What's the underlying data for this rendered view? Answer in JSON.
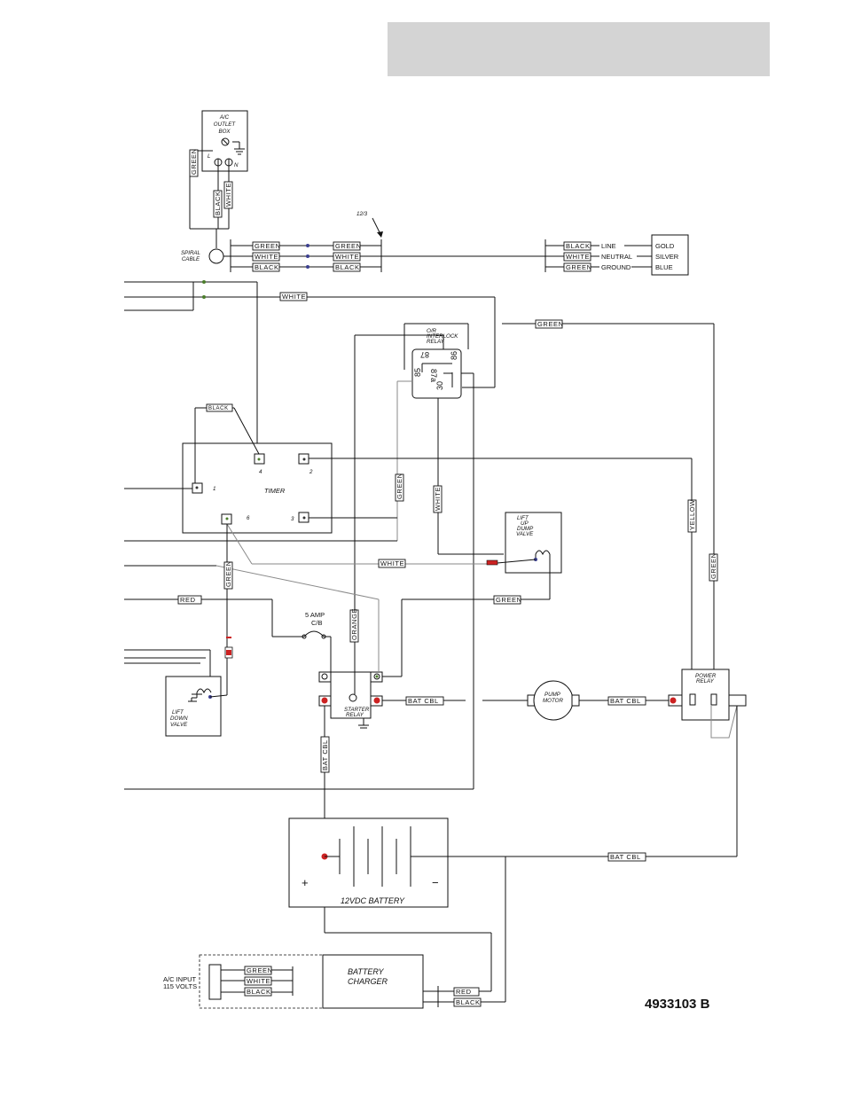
{
  "drawing_number": "4933103 B",
  "components": {
    "ac_outlet_box": "A/C OUTLET BOX",
    "spiral_cable": "SPIRAL CABLE",
    "cable_spec": "12/3",
    "timer": "TIMER",
    "or_interlock_relay": "O/R INTERLOCK RELAY",
    "lift_up_dump_valve": "LIFT UP DUMP VALVE",
    "lift_down_valve": "LIFT DOWN VALVE",
    "starter_relay": "STARTER RELAY",
    "pump_motor": "PUMP MOTOR",
    "power_relay": "POWER RELAY",
    "battery": "12VDC BATTERY",
    "battery_charger": "BATTERY CHARGER",
    "circuit_breaker": "5 AMP C/B",
    "ac_input": "A/C INPUT",
    "ac_input_voltage": "115 VOLTS"
  },
  "outlet_terminals": {
    "line": "L",
    "neutral": "N"
  },
  "timer_terminals": [
    "1",
    "2",
    "3",
    "4",
    "6"
  ],
  "relay_pins": [
    "87",
    "87a",
    "86",
    "85",
    "30"
  ],
  "battery_polarity": {
    "positive": "+",
    "negative": "−"
  },
  "cable_legend": [
    {
      "color": "BLACK",
      "function": "LINE",
      "conductor": "GOLD"
    },
    {
      "color": "WHITE",
      "function": "NEUTRAL",
      "conductor": "SILVER"
    },
    {
      "color": "GREEN",
      "function": "GROUND",
      "conductor": "BLUE"
    }
  ],
  "wire_labels": {
    "outlet_green": "GREEN",
    "outlet_black": "BLACK",
    "outlet_white": "WHITE",
    "spiral_green": "GREEN",
    "spiral_white": "WHITE",
    "spiral_black": "BLACK",
    "cable_green": "GREEN",
    "cable_white": "WHITE",
    "cable_black": "BLACK",
    "timer_white": "WHITE",
    "relay_green_top": "GREEN",
    "timer_black": "BLACK",
    "relay_green_vertical": "GREEN",
    "relay_white_vertical": "WHITE",
    "yellow": "YELLOW",
    "green_right": "GREEN",
    "dump_white": "WHITE",
    "lift_green": "GREEN",
    "red": "RED",
    "dump_green": "GREEN",
    "orange": "ORANGE",
    "bat_cbl_starter": "BAT CBL",
    "bat_cbl_pump": "BAT CBL",
    "bat_cbl_vertical": "BAT CBL",
    "bat_cbl_battery": "BAT CBL",
    "charger_green": "GREEN",
    "charger_white": "WHITE",
    "charger_black": "BLACK",
    "charger_red": "RED",
    "charger_black_out": "BLACK"
  }
}
